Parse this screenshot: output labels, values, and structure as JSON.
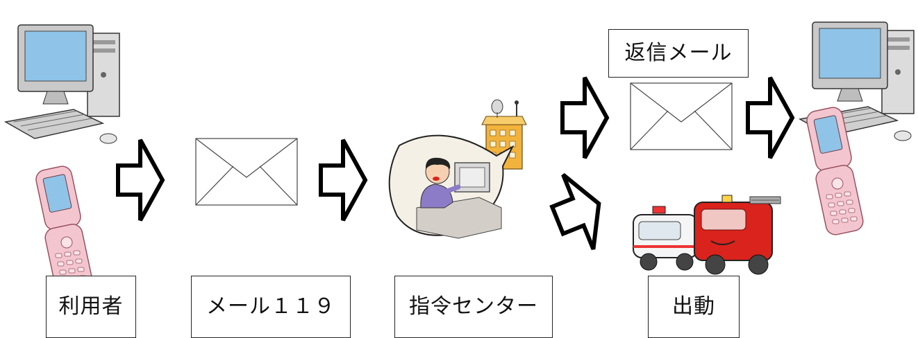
{
  "labels": {
    "user": "利用者",
    "mail119": "メール１１９",
    "center": "指令センター",
    "dispatch": "出動",
    "reply": "返信メール"
  },
  "icons": {
    "sender_pc": "desktop-computer-icon",
    "sender_phone": "flip-phone-icon",
    "mail": "envelope-icon",
    "center": "dispatch-operator-icon",
    "tower": "command-tower-icon",
    "vehicles": "ambulance-and-fire-truck-icon",
    "receiver_pc": "desktop-computer-icon",
    "receiver_phone": "flip-phone-icon"
  },
  "colors": {
    "outline": "#111111",
    "monitor_screen": "#8fc3e8",
    "phone_pink": "#f3c6cf",
    "fire_truck_red": "#d9231c",
    "ambulance_white": "#f5f5f5",
    "tower_yellow": "#f2b33d",
    "bubble_fill": "#f4f0e6"
  }
}
